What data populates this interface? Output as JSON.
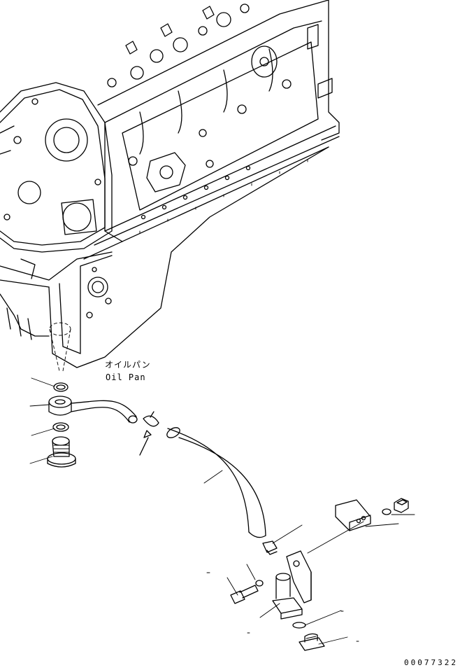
{
  "labels": {
    "oil_pan_jp": "オイルパン",
    "oil_pan_en": "Oil Pan"
  },
  "figure_code": "00077322"
}
